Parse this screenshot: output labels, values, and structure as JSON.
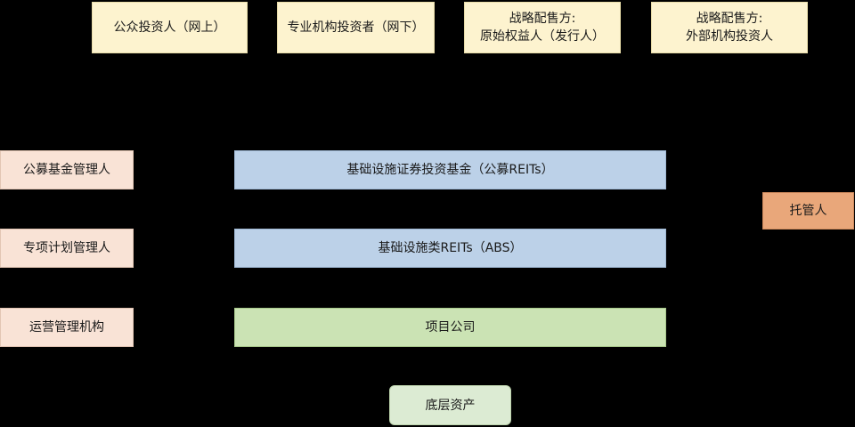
{
  "investors": [
    {
      "lines": [
        "公众投资人（网上）"
      ]
    },
    {
      "lines": [
        "专业机构投资者（网下）"
      ]
    },
    {
      "lines": [
        "战略配售方:",
        "原始权益人（发行人）"
      ]
    },
    {
      "lines": [
        "战略配售方:",
        "外部机构投资人"
      ]
    }
  ],
  "managers": [
    {
      "label": "公募基金管理人"
    },
    {
      "label": "专项计划管理人"
    },
    {
      "label": "运营管理机构"
    }
  ],
  "structure": [
    {
      "label": "基础设施证券投资基金（公募REITs）"
    },
    {
      "label": "基础设施类REITs（ABS）"
    },
    {
      "label": "项目公司"
    }
  ],
  "asset": {
    "label": "底层资产"
  },
  "custodian": {
    "label": "托管人"
  },
  "colors": {
    "investor_fill": "#fdf3cf",
    "manager_fill": "#f9e3d6",
    "fund_fill": "#bcd1e8",
    "project_fill": "#cbe3b4",
    "asset_fill": "#dcebd3",
    "custodian_fill": "#e9a77a",
    "background": "#000000"
  }
}
